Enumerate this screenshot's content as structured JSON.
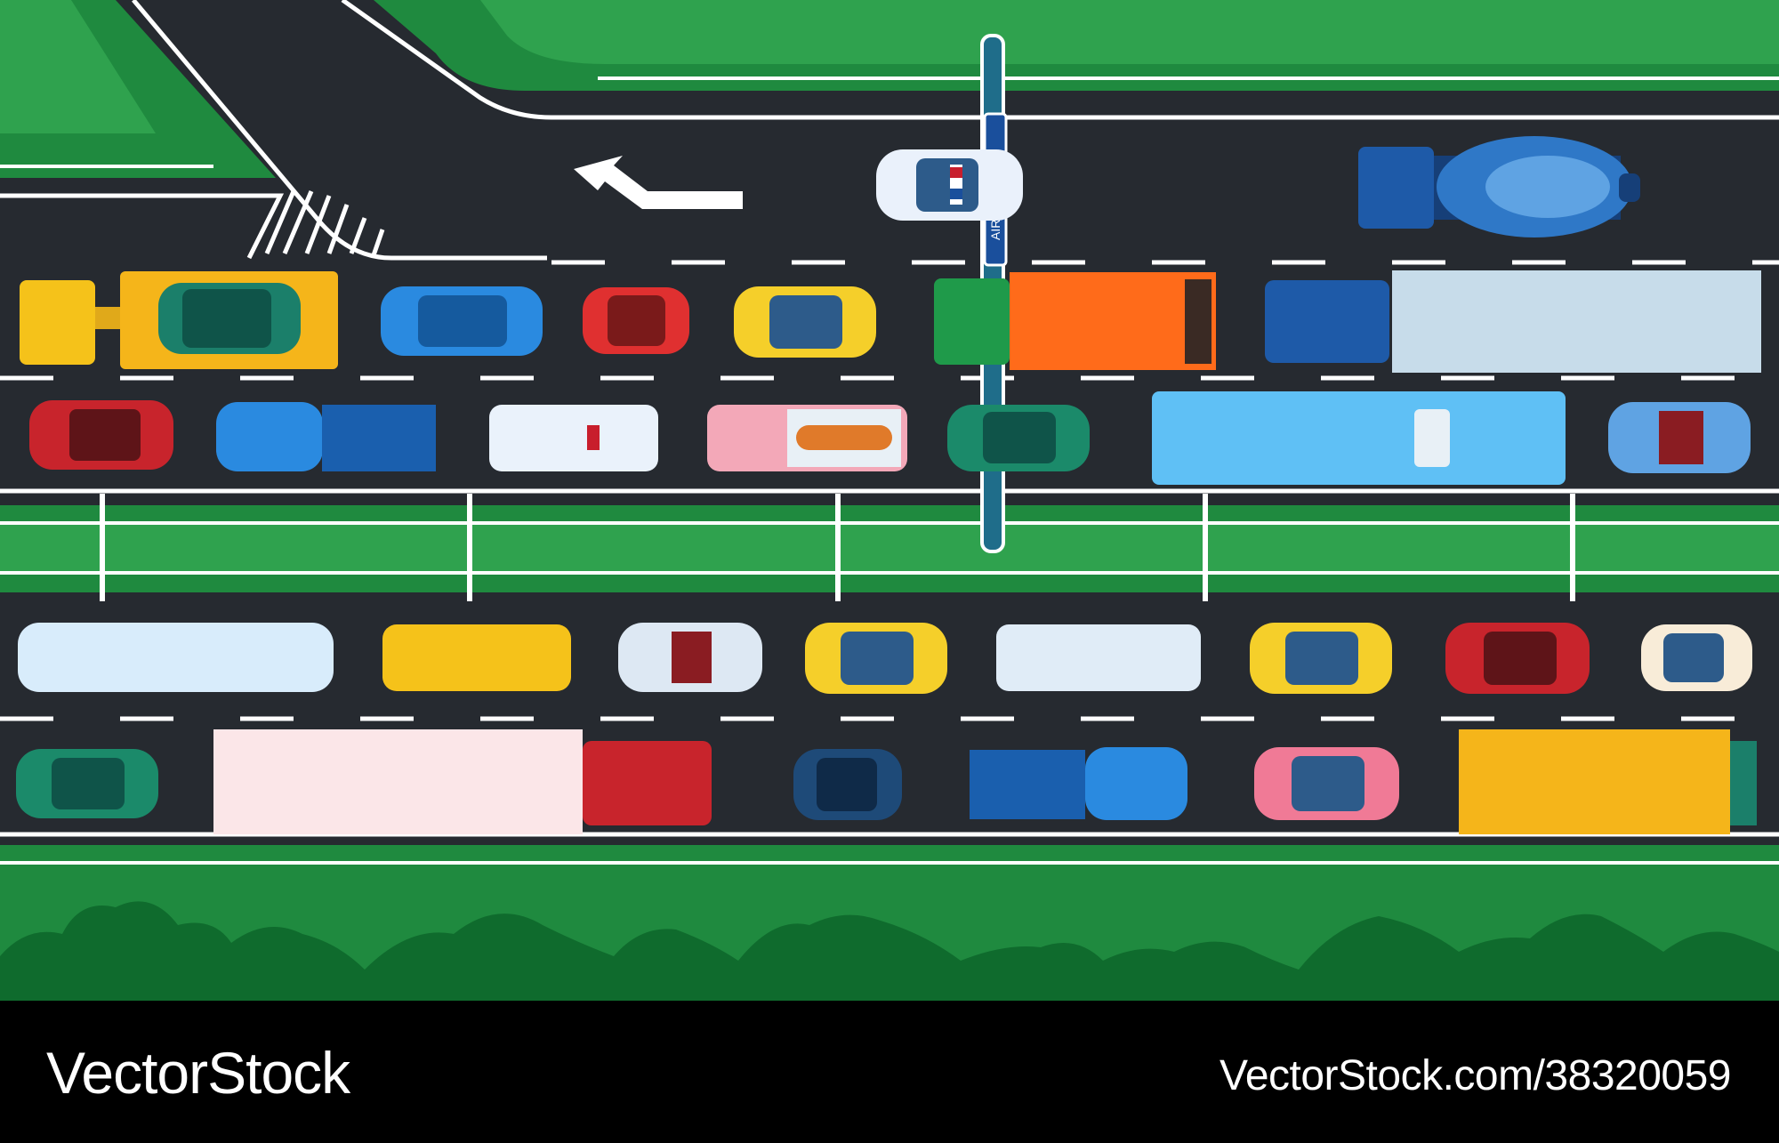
{
  "scene": {
    "sign_text": "AIRPORT 5km",
    "colors": {
      "asphalt": "#262a30",
      "grass": "#1f8a3f",
      "grass_light": "#2fa24e",
      "trees": "#0f6b2d",
      "line": "#ffffff",
      "footer": "#000000"
    }
  },
  "footer": {
    "brand": "VectorStock",
    "url": "VectorStock.com/38320059"
  }
}
